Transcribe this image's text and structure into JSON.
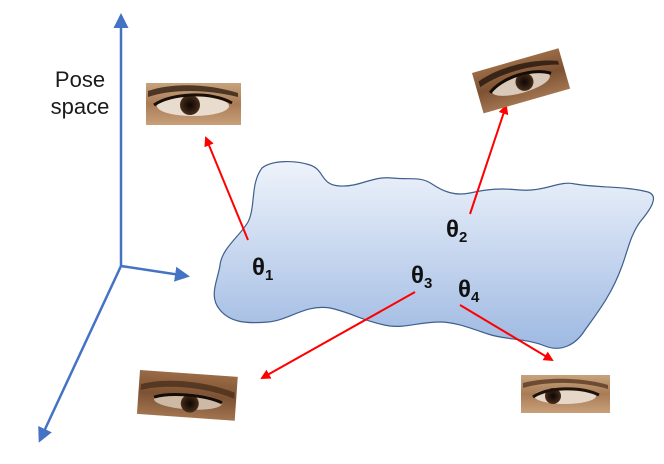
{
  "axis": {
    "label_line1": "Pose",
    "label_line2": "space",
    "color": "#4472C4"
  },
  "manifold": {
    "fill_top": "#eef3fb",
    "fill_bottom": "#9eb9e2",
    "stroke": "#3f5f8c"
  },
  "arrow_color": "#ff0000",
  "points": [
    {
      "symbol": "θ",
      "index": "1"
    },
    {
      "symbol": "θ",
      "index": "2"
    },
    {
      "symbol": "θ",
      "index": "3"
    },
    {
      "symbol": "θ",
      "index": "4"
    }
  ],
  "eye_images": [
    {
      "icon": "eye-photo-icon",
      "pose": "frontal"
    },
    {
      "icon": "eye-photo-icon",
      "pose": "tilted"
    },
    {
      "icon": "eye-photo-icon",
      "pose": "looking-down"
    },
    {
      "icon": "eye-photo-icon",
      "pose": "looking-left"
    }
  ]
}
